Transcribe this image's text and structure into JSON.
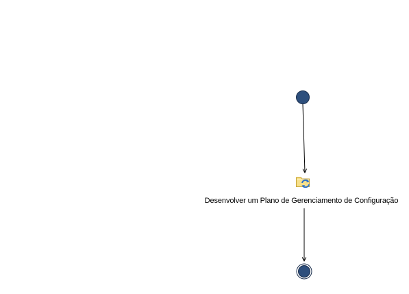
{
  "diagram": {
    "nodes": [
      {
        "id": "start",
        "kind": "initial-node"
      },
      {
        "id": "activity",
        "kind": "activity",
        "label": "Desenvolver um Plano de Gerenciamento de Configuração",
        "icon": "folder-refresh-icon"
      },
      {
        "id": "end",
        "kind": "final-node"
      }
    ],
    "edges": [
      {
        "from": "start",
        "to": "activity"
      },
      {
        "from": "activity",
        "to": "end"
      }
    ],
    "colors": {
      "node_fill": "#2e4f7c",
      "node_stroke": "#1b2f4d",
      "edge": "#000000",
      "folder_fill": "#f7e08a",
      "folder_stroke": "#c9a63a",
      "refresh_icon": "#2f72c8"
    }
  }
}
